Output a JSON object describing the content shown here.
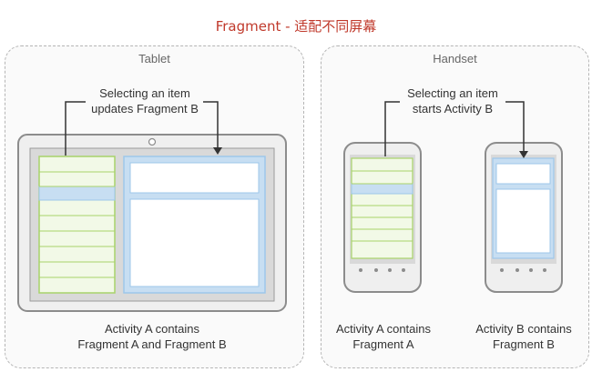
{
  "title": "Fragment - 适配不同屏幕",
  "tablet": {
    "label": "Tablet",
    "callout": [
      "Selecting an item",
      "updates Fragment B"
    ],
    "caption": [
      "Activity A contains",
      "Fragment A and Fragment B"
    ]
  },
  "handset": {
    "label": "Handset",
    "callout": [
      "Selecting an item",
      "starts Activity B"
    ],
    "phone_a_caption": [
      "Activity A contains",
      "Fragment A"
    ],
    "phone_b_caption": [
      "Activity B contains",
      "Fragment B"
    ]
  },
  "colors": {
    "title_red": "#c0392b",
    "list_green": "#a8d36a",
    "list_fill": "#f2f9e7",
    "selected_blue": "#c7def2",
    "fragment_blue": "#9ec7ea",
    "device_gray": "#8c8c8c"
  }
}
